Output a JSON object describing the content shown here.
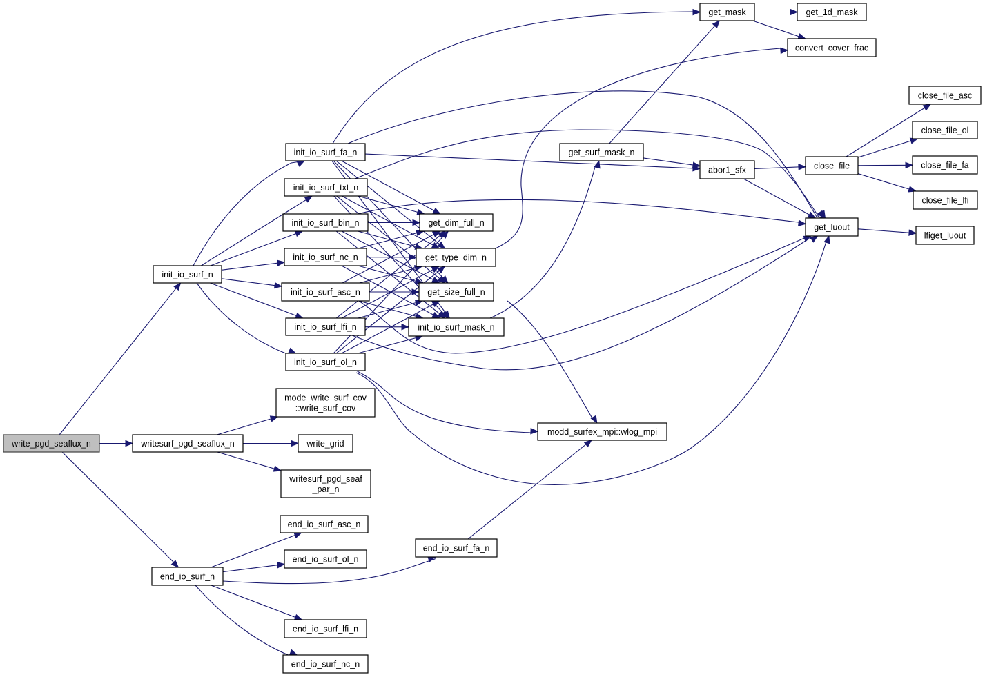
{
  "diagram": {
    "type": "call-graph",
    "root": "write_pgd_seaflux_n",
    "colors": {
      "edge": "#191970",
      "node_fill": "#ffffff",
      "node_border": "#000000",
      "root_fill": "#bfbfbf",
      "root_border": "#404040"
    },
    "nodes": [
      {
        "id": "write_pgd_seaflux_n",
        "label": "write_pgd_seaflux_n",
        "root": true
      },
      {
        "id": "init_io_surf_n",
        "label": "init_io_surf_n"
      },
      {
        "id": "writesurf_pgd_seaflux_n",
        "label": "writesurf_pgd_seaflux_n"
      },
      {
        "id": "end_io_surf_n",
        "label": "end_io_surf_n"
      },
      {
        "id": "init_io_surf_fa_n",
        "label": "init_io_surf_fa_n"
      },
      {
        "id": "init_io_surf_txt_n",
        "label": "init_io_surf_txt_n"
      },
      {
        "id": "init_io_surf_bin_n",
        "label": "init_io_surf_bin_n"
      },
      {
        "id": "init_io_surf_nc_n",
        "label": "init_io_surf_nc_n"
      },
      {
        "id": "init_io_surf_asc_n",
        "label": "init_io_surf_asc_n"
      },
      {
        "id": "init_io_surf_lfi_n",
        "label": "init_io_surf_lfi_n"
      },
      {
        "id": "init_io_surf_ol_n",
        "label": "init_io_surf_ol_n"
      },
      {
        "id": "mode_write_surf_cov",
        "label": "mode_write_surf_cov\n::write_surf_cov"
      },
      {
        "id": "write_grid",
        "label": "write_grid"
      },
      {
        "id": "writesurf_pgd_seaf_par_n",
        "label": "writesurf_pgd_seaf\n_par_n"
      },
      {
        "id": "end_io_surf_asc_n",
        "label": "end_io_surf_asc_n"
      },
      {
        "id": "end_io_surf_ol_n",
        "label": "end_io_surf_ol_n"
      },
      {
        "id": "end_io_surf_lfi_n",
        "label": "end_io_surf_lfi_n"
      },
      {
        "id": "end_io_surf_nc_n",
        "label": "end_io_surf_nc_n"
      },
      {
        "id": "end_io_surf_fa_n",
        "label": "end_io_surf_fa_n"
      },
      {
        "id": "get_dim_full_n",
        "label": "get_dim_full_n"
      },
      {
        "id": "get_type_dim_n",
        "label": "get_type_dim_n"
      },
      {
        "id": "get_size_full_n",
        "label": "get_size_full_n"
      },
      {
        "id": "init_io_surf_mask_n",
        "label": "init_io_surf_mask_n"
      },
      {
        "id": "get_surf_mask_n",
        "label": "get_surf_mask_n"
      },
      {
        "id": "wlog_mpi",
        "label": "modd_surfex_mpi::wlog_mpi"
      },
      {
        "id": "get_mask",
        "label": "get_mask"
      },
      {
        "id": "abor1_sfx",
        "label": "abor1_sfx"
      },
      {
        "id": "get_1d_mask",
        "label": "get_1d_mask"
      },
      {
        "id": "convert_cover_frac",
        "label": "convert_cover_frac"
      },
      {
        "id": "close_file",
        "label": "close_file"
      },
      {
        "id": "get_luout",
        "label": "get_luout"
      },
      {
        "id": "close_file_asc",
        "label": "close_file_asc"
      },
      {
        "id": "close_file_ol",
        "label": "close_file_ol"
      },
      {
        "id": "close_file_fa",
        "label": "close_file_fa"
      },
      {
        "id": "close_file_lfi",
        "label": "close_file_lfi"
      },
      {
        "id": "lfiget_luout",
        "label": "lfiget_luout"
      }
    ],
    "edges": [
      [
        "write_pgd_seaflux_n",
        "init_io_surf_n"
      ],
      [
        "write_pgd_seaflux_n",
        "writesurf_pgd_seaflux_n"
      ],
      [
        "write_pgd_seaflux_n",
        "end_io_surf_n"
      ],
      [
        "init_io_surf_n",
        "init_io_surf_fa_n"
      ],
      [
        "init_io_surf_n",
        "init_io_surf_txt_n"
      ],
      [
        "init_io_surf_n",
        "init_io_surf_bin_n"
      ],
      [
        "init_io_surf_n",
        "init_io_surf_nc_n"
      ],
      [
        "init_io_surf_n",
        "init_io_surf_asc_n"
      ],
      [
        "init_io_surf_n",
        "init_io_surf_lfi_n"
      ],
      [
        "init_io_surf_n",
        "init_io_surf_ol_n"
      ],
      [
        "writesurf_pgd_seaflux_n",
        "mode_write_surf_cov"
      ],
      [
        "writesurf_pgd_seaflux_n",
        "write_grid"
      ],
      [
        "writesurf_pgd_seaflux_n",
        "writesurf_pgd_seaf_par_n"
      ],
      [
        "end_io_surf_n",
        "end_io_surf_asc_n"
      ],
      [
        "end_io_surf_n",
        "end_io_surf_ol_n"
      ],
      [
        "end_io_surf_n",
        "end_io_surf_fa_n"
      ],
      [
        "end_io_surf_n",
        "end_io_surf_lfi_n"
      ],
      [
        "end_io_surf_n",
        "end_io_surf_nc_n"
      ],
      [
        "init_io_surf_fa_n",
        "get_mask"
      ],
      [
        "init_io_surf_fa_n",
        "abor1_sfx"
      ],
      [
        "init_io_surf_fa_n",
        "get_luout"
      ],
      [
        "init_io_surf_fa_n",
        "get_dim_full_n"
      ],
      [
        "init_io_surf_fa_n",
        "get_type_dim_n"
      ],
      [
        "init_io_surf_fa_n",
        "get_size_full_n"
      ],
      [
        "init_io_surf_fa_n",
        "init_io_surf_mask_n"
      ],
      [
        "init_io_surf_txt_n",
        "get_luout"
      ],
      [
        "init_io_surf_txt_n",
        "get_dim_full_n"
      ],
      [
        "init_io_surf_txt_n",
        "get_type_dim_n"
      ],
      [
        "init_io_surf_txt_n",
        "get_size_full_n"
      ],
      [
        "init_io_surf_txt_n",
        "init_io_surf_mask_n"
      ],
      [
        "init_io_surf_bin_n",
        "get_luout"
      ],
      [
        "init_io_surf_bin_n",
        "get_dim_full_n"
      ],
      [
        "init_io_surf_bin_n",
        "get_type_dim_n"
      ],
      [
        "init_io_surf_bin_n",
        "get_size_full_n"
      ],
      [
        "init_io_surf_bin_n",
        "init_io_surf_mask_n"
      ],
      [
        "init_io_surf_nc_n",
        "get_dim_full_n"
      ],
      [
        "init_io_surf_nc_n",
        "get_type_dim_n"
      ],
      [
        "init_io_surf_nc_n",
        "get_size_full_n"
      ],
      [
        "init_io_surf_nc_n",
        "init_io_surf_mask_n"
      ],
      [
        "init_io_surf_asc_n",
        "get_dim_full_n"
      ],
      [
        "init_io_surf_asc_n",
        "get_type_dim_n"
      ],
      [
        "init_io_surf_asc_n",
        "get_size_full_n"
      ],
      [
        "init_io_surf_asc_n",
        "init_io_surf_mask_n"
      ],
      [
        "init_io_surf_asc_n",
        "get_luout"
      ],
      [
        "init_io_surf_lfi_n",
        "get_dim_full_n"
      ],
      [
        "init_io_surf_lfi_n",
        "get_type_dim_n"
      ],
      [
        "init_io_surf_lfi_n",
        "get_size_full_n"
      ],
      [
        "init_io_surf_lfi_n",
        "init_io_surf_mask_n"
      ],
      [
        "init_io_surf_lfi_n",
        "get_luout"
      ],
      [
        "init_io_surf_ol_n",
        "get_dim_full_n"
      ],
      [
        "init_io_surf_ol_n",
        "get_type_dim_n"
      ],
      [
        "init_io_surf_ol_n",
        "get_size_full_n"
      ],
      [
        "init_io_surf_ol_n",
        "init_io_surf_mask_n"
      ],
      [
        "init_io_surf_ol_n",
        "wlog_mpi"
      ],
      [
        "init_io_surf_ol_n",
        "get_luout"
      ],
      [
        "get_type_dim_n",
        "convert_cover_frac"
      ],
      [
        "get_size_full_n",
        "wlog_mpi"
      ],
      [
        "init_io_surf_mask_n",
        "get_surf_mask_n"
      ],
      [
        "end_io_surf_fa_n",
        "wlog_mpi"
      ],
      [
        "get_surf_mask_n",
        "get_mask"
      ],
      [
        "get_surf_mask_n",
        "abor1_sfx"
      ],
      [
        "get_mask",
        "get_1d_mask"
      ],
      [
        "get_mask",
        "convert_cover_frac"
      ],
      [
        "abor1_sfx",
        "close_file"
      ],
      [
        "abor1_sfx",
        "get_luout"
      ],
      [
        "close_file",
        "close_file_asc"
      ],
      [
        "close_file",
        "close_file_ol"
      ],
      [
        "close_file",
        "close_file_fa"
      ],
      [
        "close_file",
        "close_file_lfi"
      ],
      [
        "get_luout",
        "lfiget_luout"
      ]
    ]
  }
}
